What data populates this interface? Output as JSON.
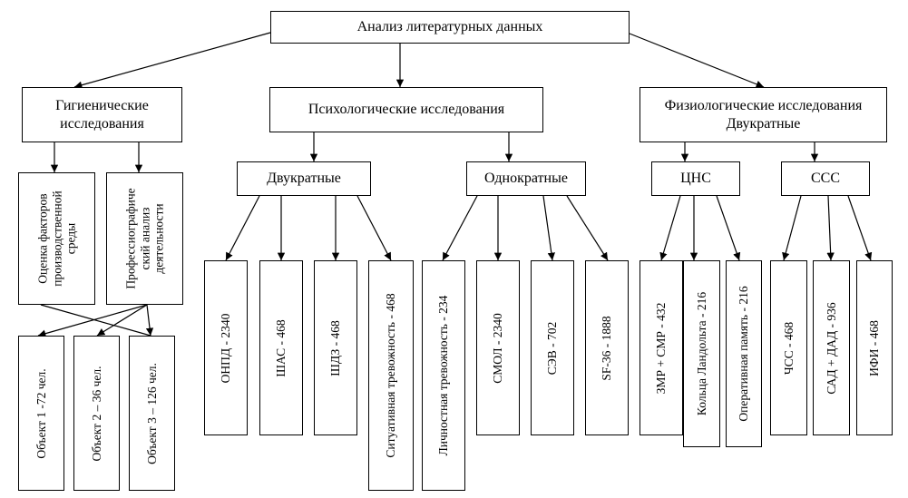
{
  "root": "Анализ литературных данных",
  "hygiene": {
    "title": "Гигиенические исследования",
    "factors": "Оценка факторов производственной среды",
    "profession": "Профессиографиче ский анализ деятельности",
    "objects": [
      "Объект 1 -72 чел.",
      "Объект 2 – 36 чел.",
      "Объект 3 – 126 чел."
    ]
  },
  "psych": {
    "title": "Психологические исследования",
    "double": {
      "title": "Двукратные",
      "items": [
        "ОНПД - 2340",
        "ШАС - 468",
        "ШДЗ - 468",
        "Ситуативная тревожность - 468"
      ]
    },
    "single": {
      "title": "Однократные",
      "items": [
        "Личностная тревожность - 234",
        "СМОЛ - 2340",
        "СЭВ - 702",
        "SF-36 - 1888"
      ]
    }
  },
  "phys": {
    "title": "Физиологические исследования Двукратные",
    "cns": {
      "title": "ЦНС",
      "items": [
        "ЗМР + СМР - 432",
        "Кольца Ландольта - 216",
        "Оперативная память - 216"
      ]
    },
    "ccc": {
      "title": "ССС",
      "items": [
        "ЧСС - 468",
        "САД + ДАД - 936",
        "ИФИ - 468"
      ]
    }
  }
}
